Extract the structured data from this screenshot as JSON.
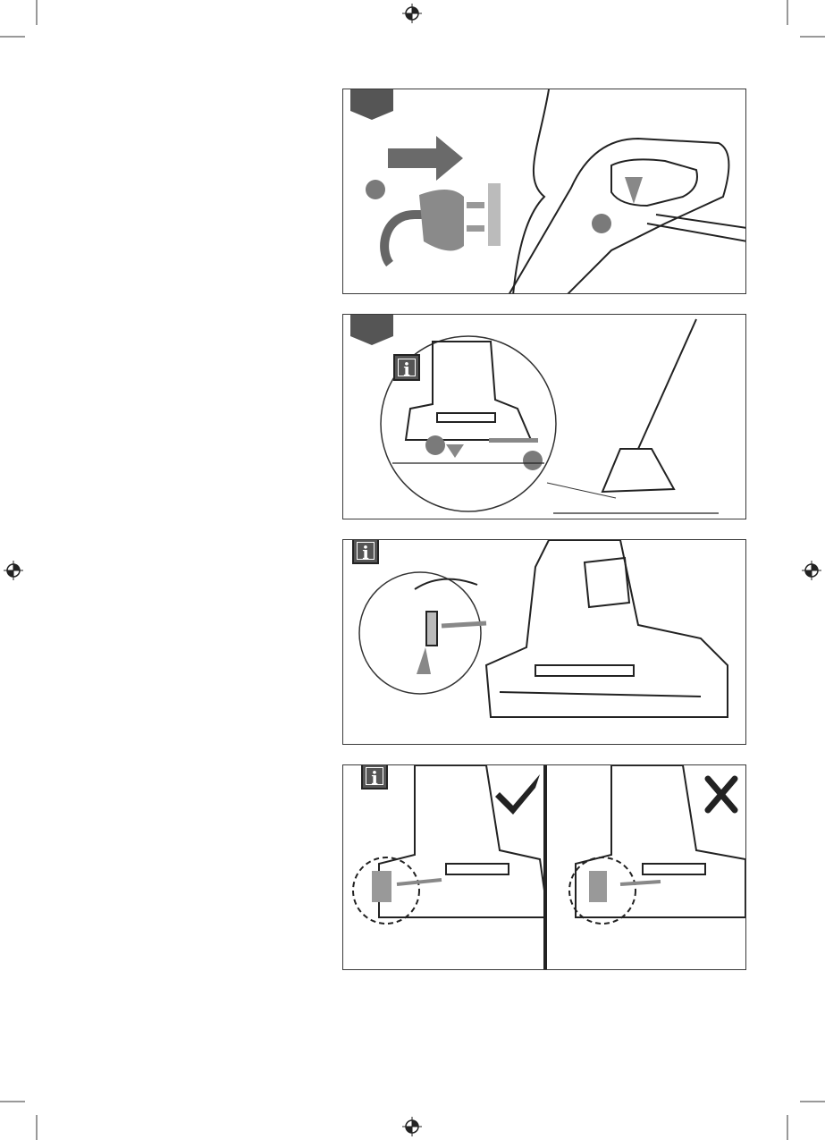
{
  "page": {
    "background": "#ffffff",
    "frame_color": "#3a3a3a",
    "accent_gray": "#5a5a5a"
  },
  "panels": [
    {
      "id": "step-1",
      "tab_label": "",
      "icons": [
        "arrow-icon",
        "plug-icon",
        "handle-icon"
      ]
    },
    {
      "id": "step-2",
      "tab_label": "",
      "icons": [
        "info-icon",
        "trimmer-head-icon",
        "ground-icon"
      ]
    },
    {
      "id": "info-1",
      "icons": [
        "info-icon",
        "spool-clip-icon"
      ]
    },
    {
      "id": "info-2",
      "icons": [
        "info-icon",
        "check-icon",
        "cross-icon"
      ]
    }
  ],
  "info_glyph": "i"
}
